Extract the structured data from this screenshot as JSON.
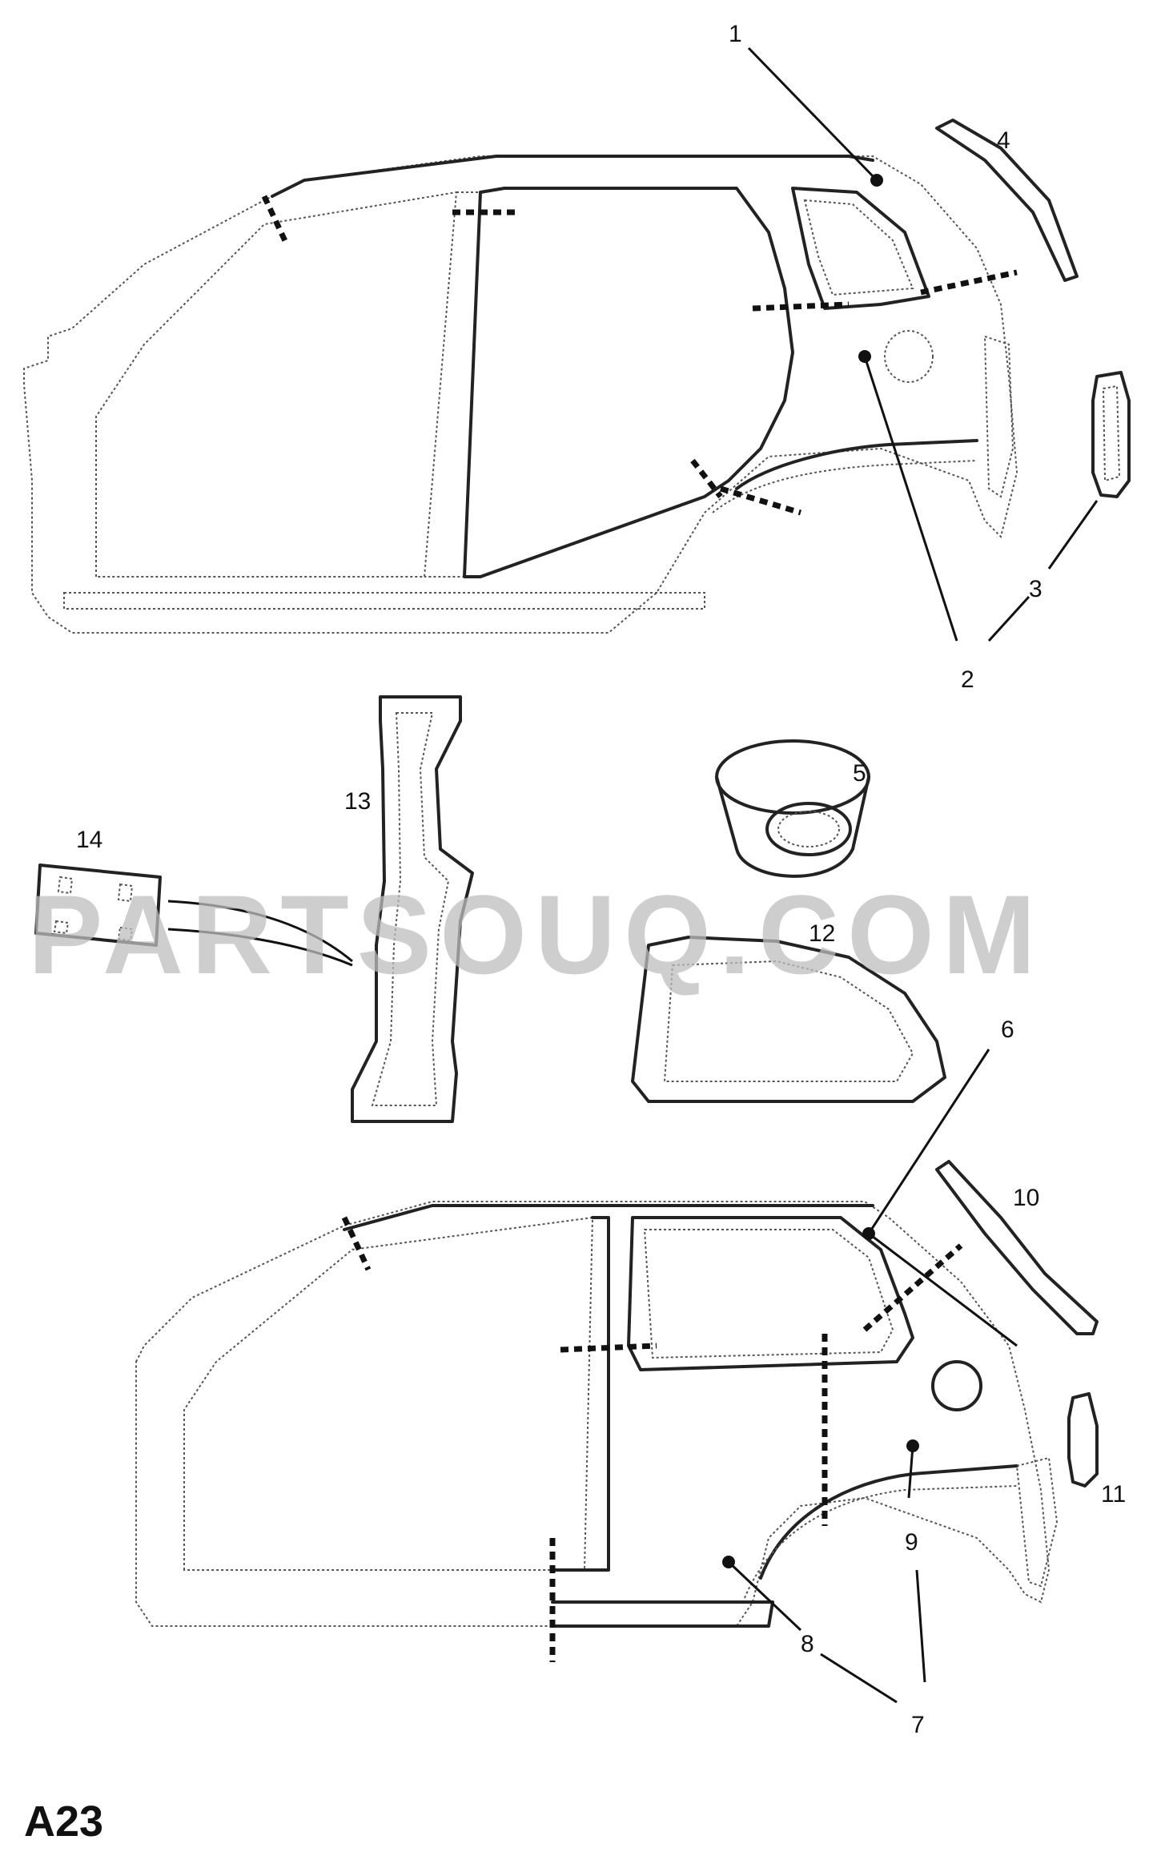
{
  "watermark": "PARTSOUQ.COM",
  "page_code": "A23",
  "callouts": {
    "c1": "1",
    "c2": "2",
    "c3": "3",
    "c4": "4",
    "c5": "5",
    "c6": "6",
    "c7": "7",
    "c8": "8",
    "c9": "9",
    "c10": "10",
    "c11": "11",
    "c12": "12",
    "c13": "13",
    "c14": "14"
  }
}
